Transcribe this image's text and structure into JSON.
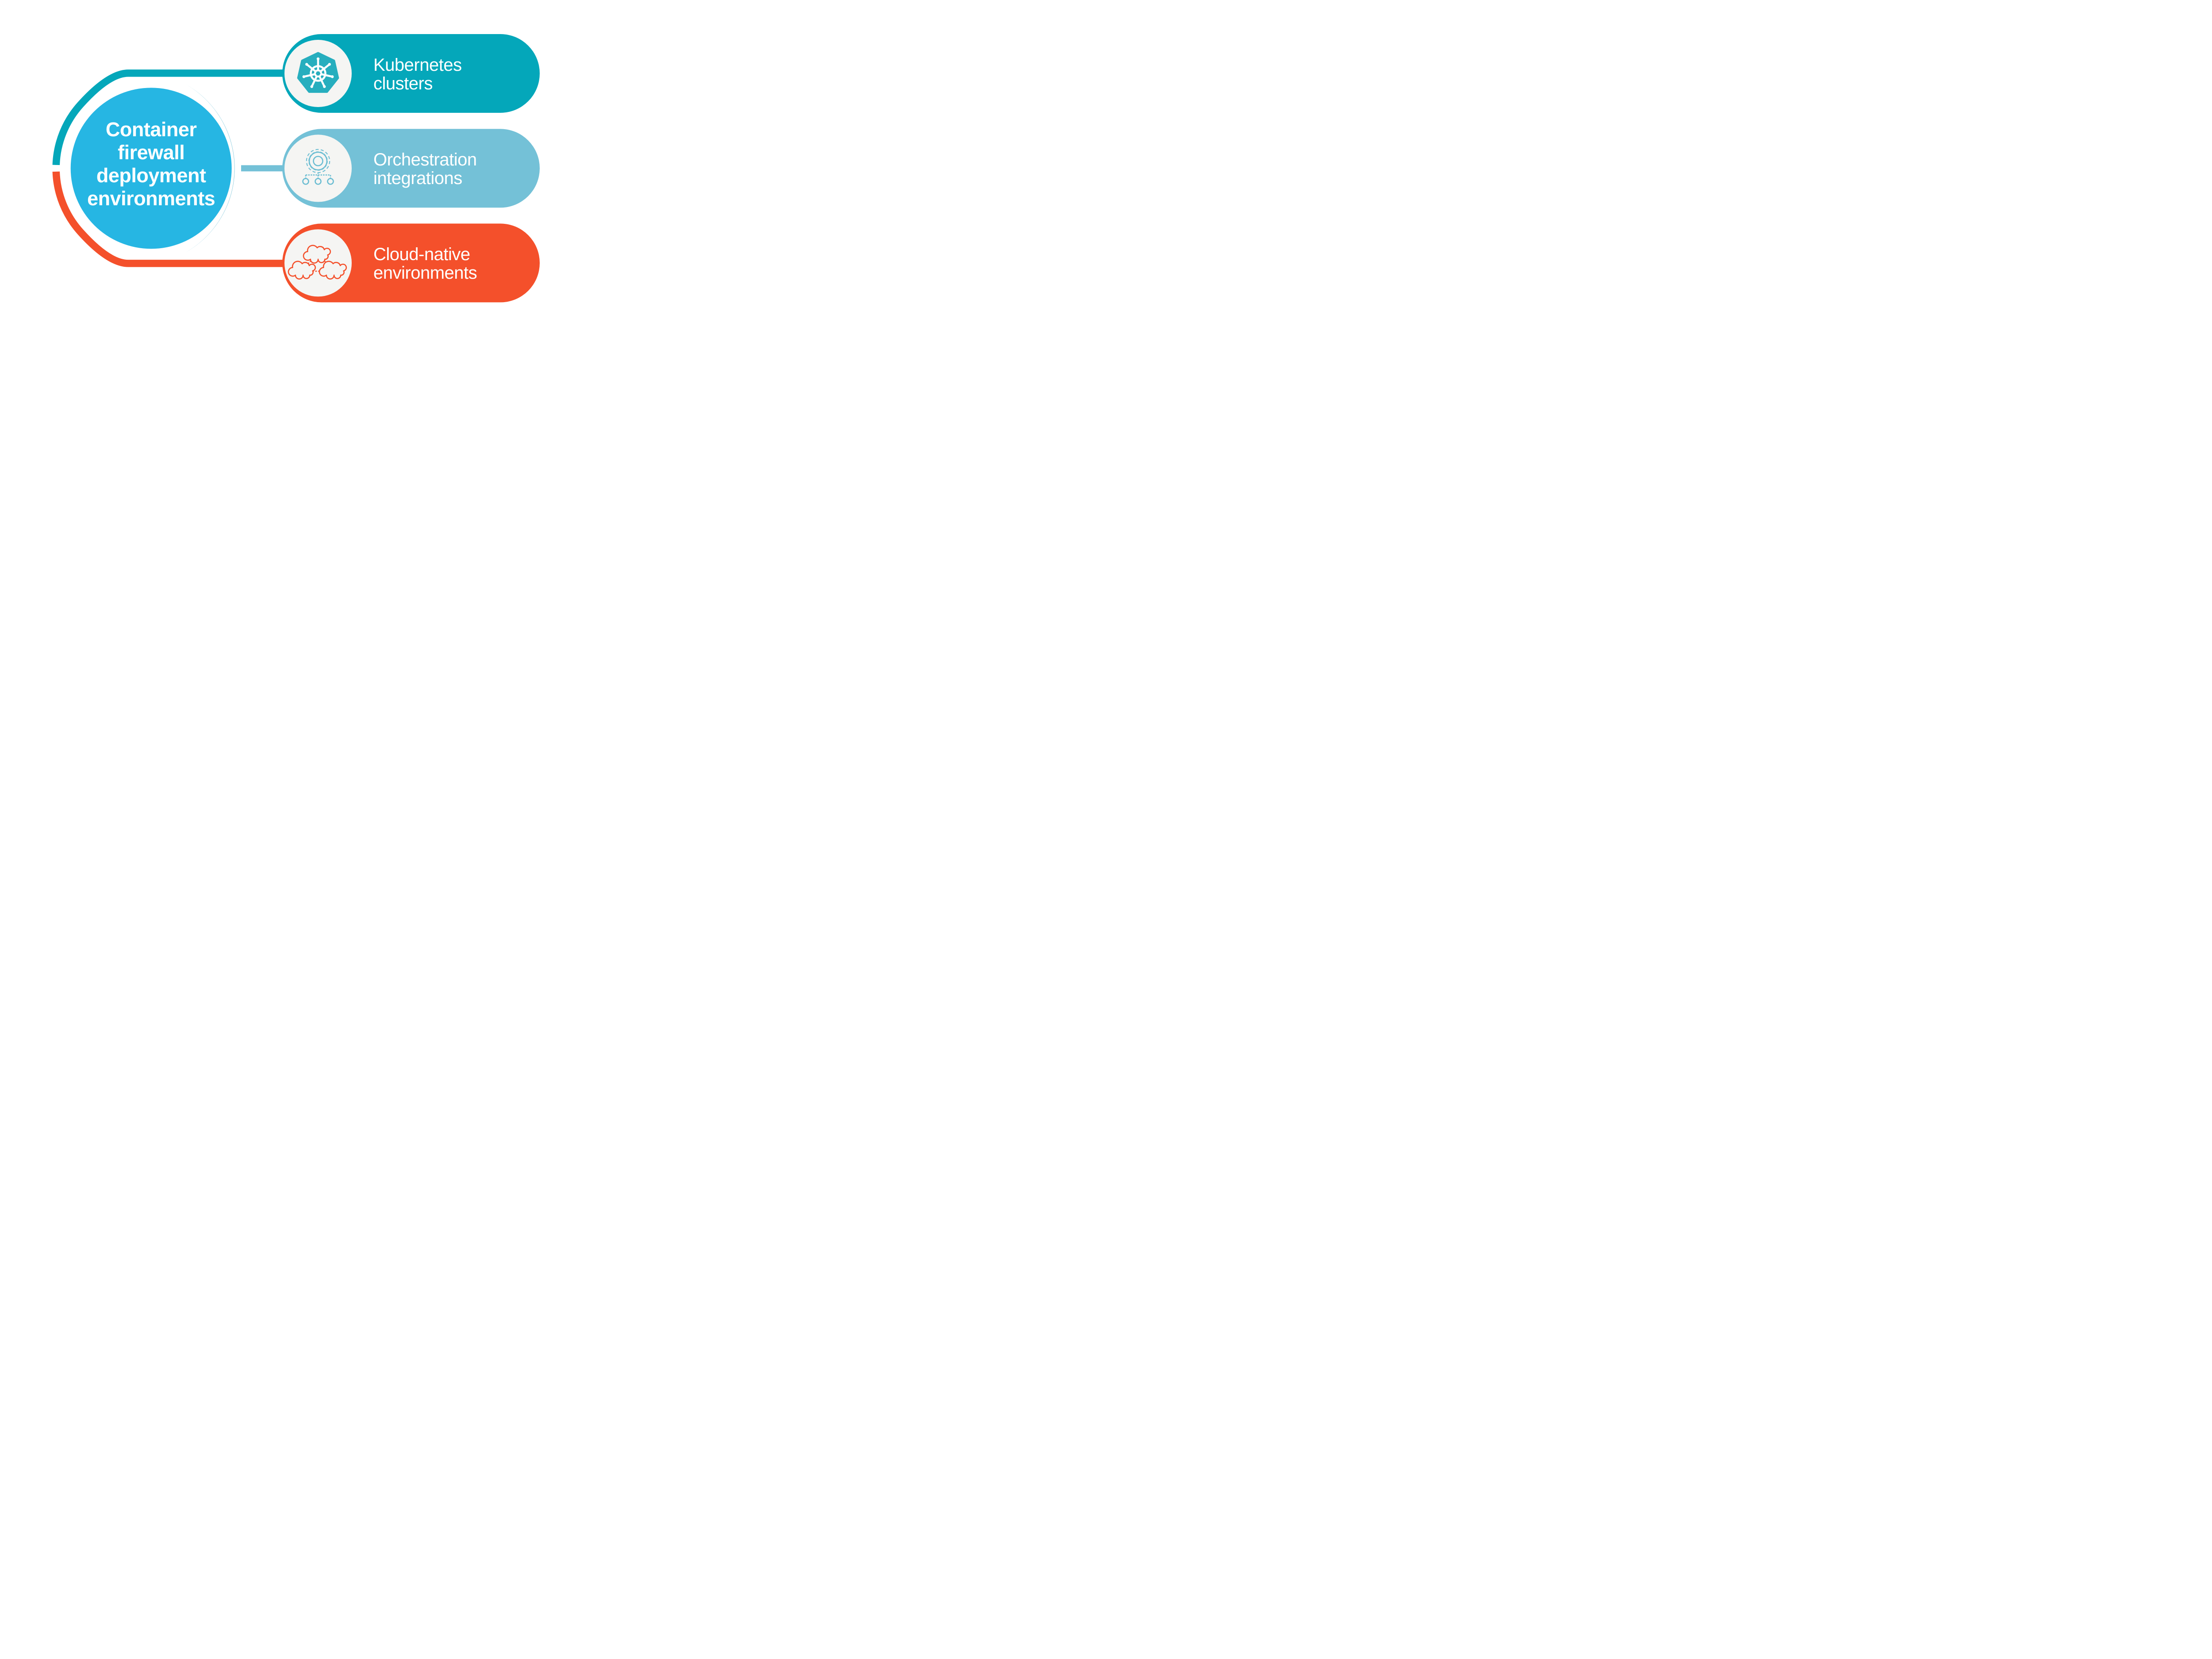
{
  "diagram": {
    "center": {
      "label_lines": [
        "Container",
        "firewall",
        "deployment",
        "environments"
      ],
      "color": "#26B6E3"
    },
    "colors": {
      "teal": "#04A7BA",
      "light_blue": "#74C1D7",
      "orange": "#F4502B",
      "cyan": "#26B6E3",
      "icon_circle_bg": "#F5F5F3",
      "kubernetes_heptagon": "#27AEBE",
      "icon_stroke_light_blue": "#6BBDD2",
      "label_text": "#FFFFFF",
      "background": "#FFFFFF"
    },
    "items": [
      {
        "id": "kubernetes-clusters",
        "label_lines": [
          "Kubernetes",
          "clusters"
        ],
        "icon": "kubernetes-helm-wheel-icon",
        "color": "#04A7BA"
      },
      {
        "id": "orchestration-integrations",
        "label_lines": [
          "Orchestration",
          "integrations"
        ],
        "icon": "gear-hierarchy-icon",
        "color": "#74C1D7"
      },
      {
        "id": "cloud-native-environments",
        "label_lines": [
          "Cloud-native",
          "environments"
        ],
        "icon": "linked-clouds-icon",
        "color": "#F4502B"
      }
    ]
  }
}
